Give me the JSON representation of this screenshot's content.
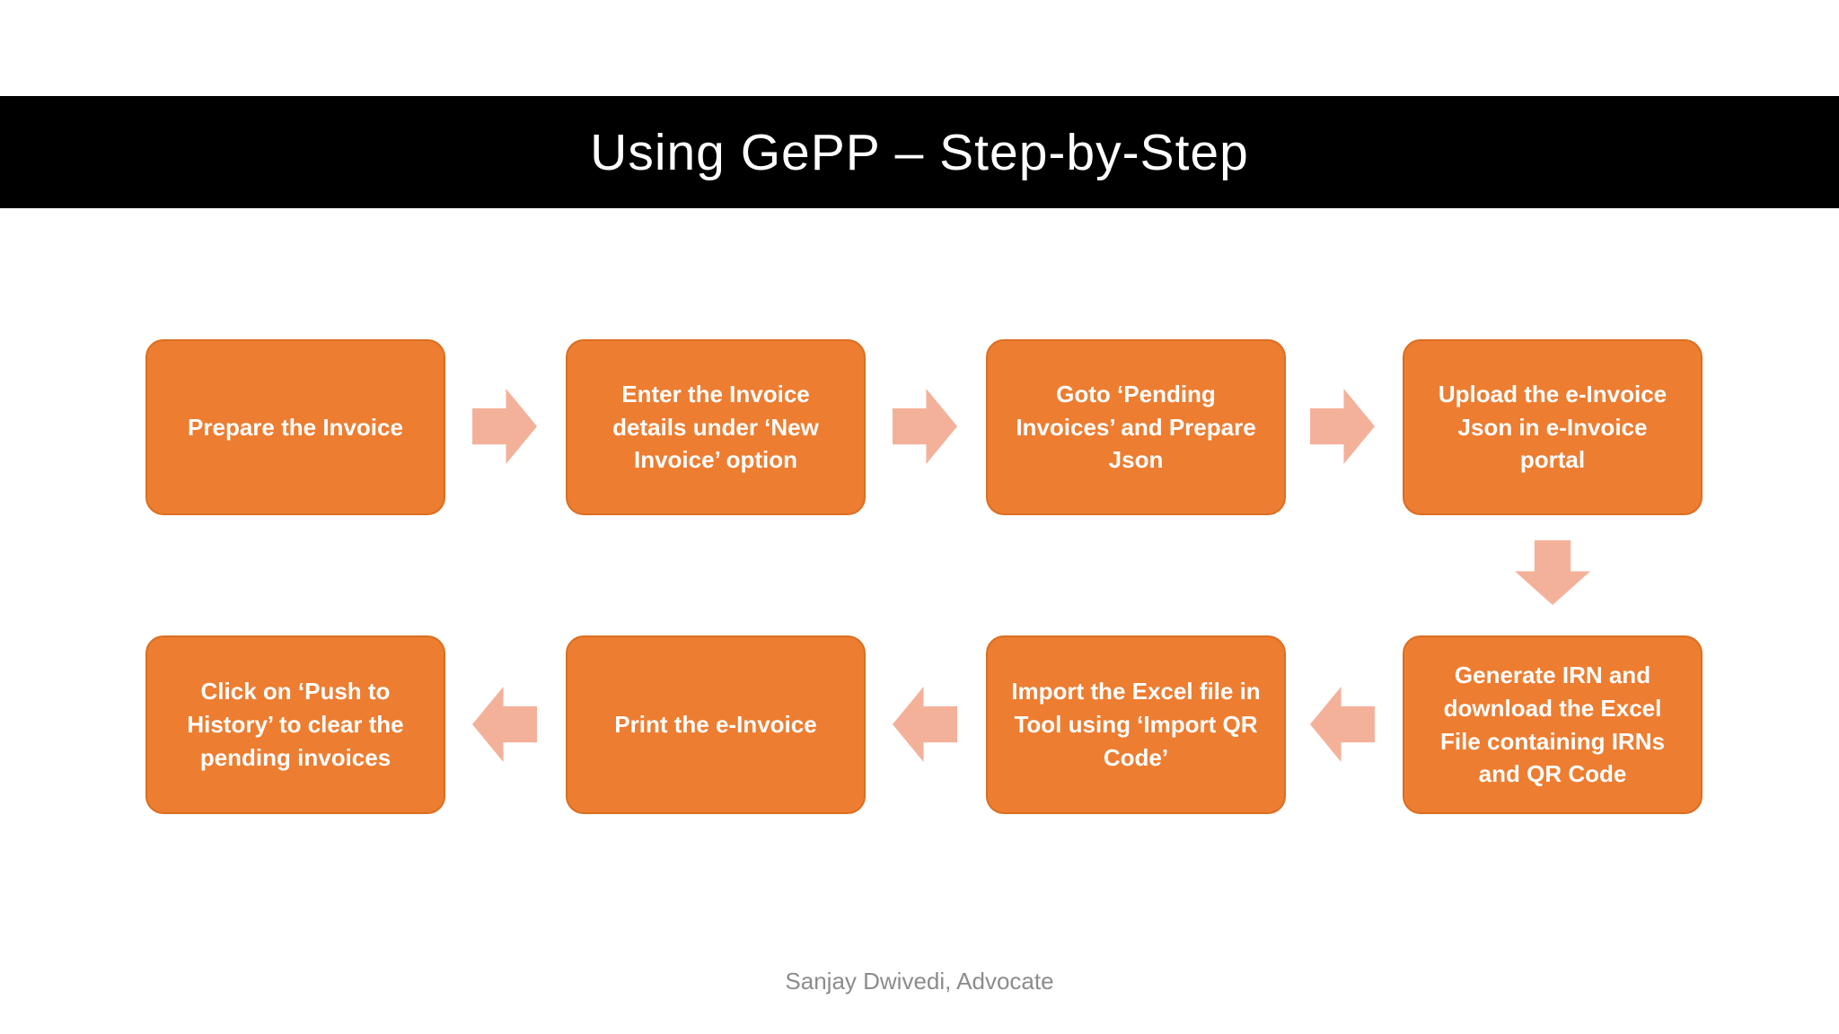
{
  "title": "Using GePP – Step-by-Step",
  "footer": "Sanjay Dwivedi, Advocate",
  "colors": {
    "background": "#FFFFFF",
    "title_bar_bg": "#000000",
    "title_text": "#FFFFFF",
    "box_fill": "#ED7D31",
    "box_border": "#DB6E20",
    "box_text": "#FFFFFF",
    "arrow_fill": "#F4B19A",
    "footer_text": "#8C8C8C"
  },
  "steps": [
    {
      "label": "Prepare the Invoice"
    },
    {
      "label": "Enter the Invoice details under ‘New Invoice’ option"
    },
    {
      "label": "Goto ‘Pending Invoices’ and Prepare Json"
    },
    {
      "label": "Upload the e-Invoice Json in e-Invoice portal"
    },
    {
      "label": "Generate IRN and download the Excel File containing IRNs and QR Code"
    },
    {
      "label": "Import the Excel file in Tool using ‘Import QR Code’"
    },
    {
      "label": "Print the e-Invoice"
    },
    {
      "label": "Click on ‘Push to History’ to clear the pending invoices"
    }
  ],
  "arrows": [
    {
      "direction": "right"
    },
    {
      "direction": "right"
    },
    {
      "direction": "right"
    },
    {
      "direction": "down"
    },
    {
      "direction": "left"
    },
    {
      "direction": "left"
    },
    {
      "direction": "left"
    }
  ]
}
